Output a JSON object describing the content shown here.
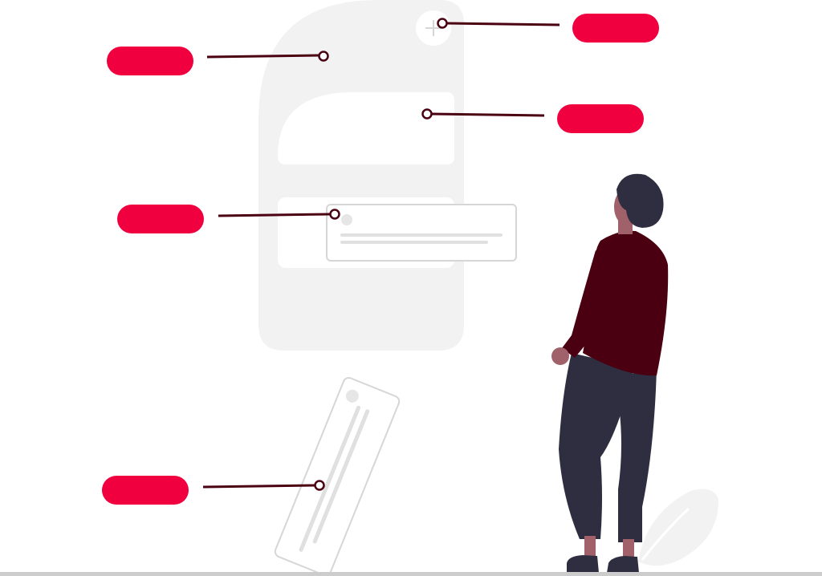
{
  "illustration": {
    "theme": "ui wireframe callouts with standing person",
    "colors": {
      "accent": "#f0003e",
      "connector": "#4a0011",
      "panel": "#f2f2f2",
      "card_border": "#d6d6d6",
      "placeholder_line": "#e0e0e0",
      "shirt": "#4a0011",
      "pants": "#2f2e41",
      "hair": "#2f2e41",
      "skin": "#a0616a",
      "floor": "#cccccc"
    },
    "callouts": [
      {
        "id": "callout-top-left",
        "label": ""
      },
      {
        "id": "callout-top-right",
        "label": ""
      },
      {
        "id": "callout-mid-right",
        "label": ""
      },
      {
        "id": "callout-mid-left",
        "label": ""
      },
      {
        "id": "callout-bottom-left",
        "label": ""
      }
    ],
    "icons": [
      "plus-icon",
      "avatar-placeholder-icon"
    ]
  }
}
